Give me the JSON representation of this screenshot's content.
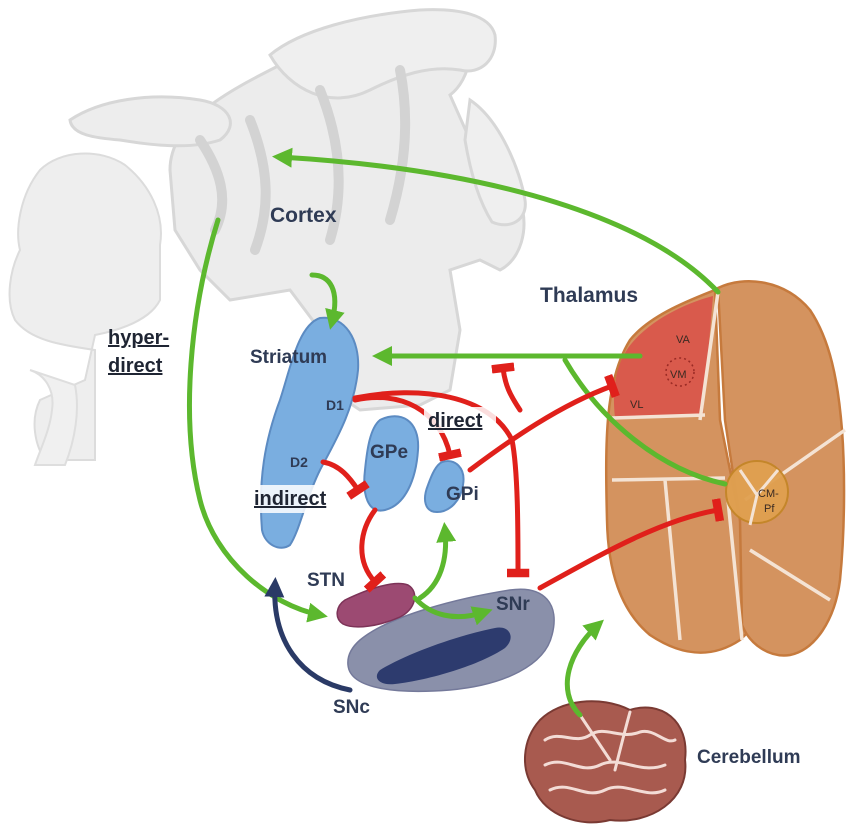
{
  "labels": {
    "cortex": "Cortex",
    "thalamus": "Thalamus",
    "striatum": "Striatum",
    "d1": "D1",
    "d2": "D2",
    "gpe": "GPe",
    "gpi": "GPi",
    "stn": "STN",
    "snr": "SNr",
    "snc": "SNc",
    "cerebellum": "Cerebellum",
    "va": "VA",
    "vm": "VM",
    "vl": "VL",
    "cm_pf_line1": "CM-",
    "cm_pf_line2": "Pf"
  },
  "pathways": {
    "direct": "direct",
    "indirect": "indirect",
    "hyperdirect_line1": "hyper-",
    "hyperdirect_line2": "direct"
  },
  "colors": {
    "excitatory": "#5cb82e",
    "inhibitory": "#e0201b",
    "dopaminergic": "#2a3a66",
    "striatum": "#7aaee0",
    "stn": "#9c4a72",
    "snr": "#8a90aa",
    "snc": "#2d3b6e",
    "thalamus": "#d4935f",
    "thalamus_motor": "#d9544a",
    "cerebellum": "#a85a4f",
    "brain_gray": "#e8e8e8"
  }
}
